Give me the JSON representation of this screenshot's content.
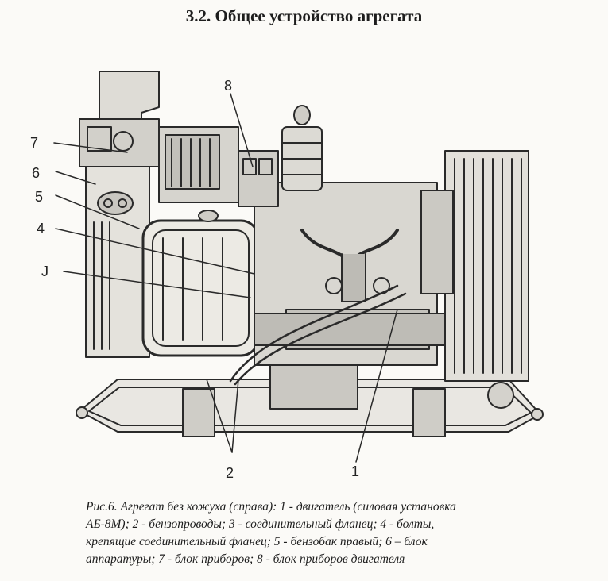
{
  "section_heading": "3.2. Общее устройство агрегата",
  "figure": {
    "callouts": {
      "c1": "1",
      "c2": "2",
      "c3": "J",
      "c4": "4",
      "c5": "5",
      "c6": "6",
      "c7": "7",
      "c8": "8"
    }
  },
  "caption": {
    "line1": "Рис.6. Агрегат без кожуха (справа):  1 - двигатель (силовая установка",
    "line2": "АБ-8М);  2 - бензопроводы;  3 - соединительный фланец;  4 - болты,",
    "line3": "крепящие соединительный фланец;  5 - бензобак правый;  6 – блок",
    "line4": "аппаратуры; 7 - блок приборов; 8 - блок приборов двигателя"
  }
}
